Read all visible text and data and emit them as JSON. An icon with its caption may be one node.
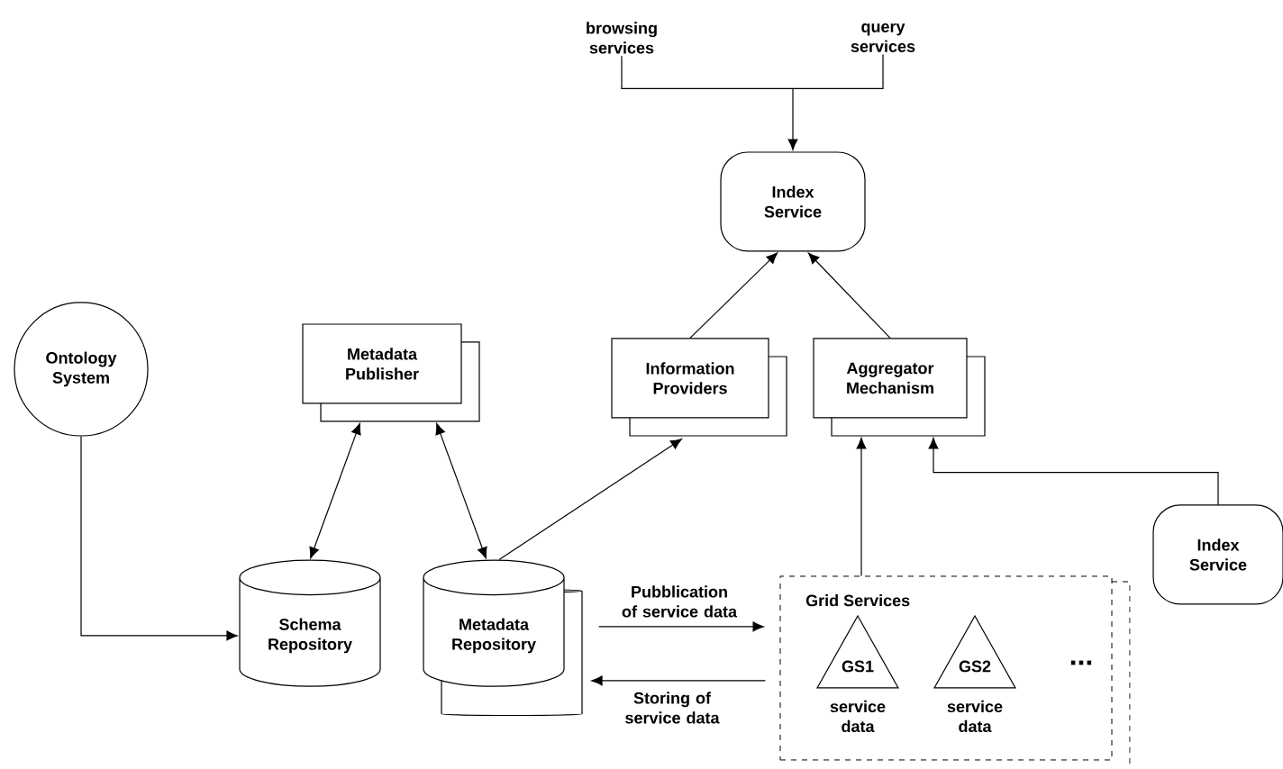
{
  "diagram": {
    "nodes": [
      {
        "text": [
          "browsing services"
        ]
      },
      {
        "text": [
          "query services"
        ]
      },
      {
        "text": [
          "Index Service"
        ]
      },
      {
        "text": [
          "Ontology System"
        ]
      },
      {
        "text": [
          "Metadata Publisher"
        ]
      },
      {
        "text": [
          "Information Providers"
        ]
      },
      {
        "text": [
          "Aggregator Mechanism"
        ]
      },
      {
        "text": [
          "Schema Repository"
        ]
      },
      {
        "text": [
          "Metadata Repository"
        ]
      },
      {
        "text": [
          "Grid Services"
        ]
      },
      {
        "text": [
          "GS1"
        ],
        "beside": [
          "service data"
        ],
        "in": 9
      },
      {
        "text": [
          "GS2"
        ],
        "beside": [
          "service data"
        ],
        "in": 9
      },
      {
        "text": [
          "Index Service"
        ]
      }
    ],
    "edges": [
      {
        "from": 0,
        "to": 2,
        "arrow": "to"
      },
      {
        "from": 1,
        "to": 2,
        "arrow": "to"
      },
      {
        "from": 5,
        "to": 2,
        "arrow": "to"
      },
      {
        "from": 6,
        "to": 2,
        "arrow": "to"
      },
      {
        "from": 4,
        "to": 7,
        "arrow": "both"
      },
      {
        "from": 4,
        "to": 8,
        "arrow": "both"
      },
      {
        "from": 8,
        "to": 5,
        "arrow": "to"
      },
      {
        "from": 3,
        "to": 7,
        "arrow": "to"
      },
      {
        "from": 9,
        "to": 6,
        "arrow": "to"
      },
      {
        "from": 12,
        "to": 6,
        "arrow": "to"
      },
      {
        "from": 8,
        "to": 9,
        "arrow": "to",
        "label": "Pubblication of service data"
      },
      {
        "from": 9,
        "to": 8,
        "arrow": "to",
        "label": "Storing of service data"
      }
    ],
    "labels": [
      "..."
    ]
  }
}
